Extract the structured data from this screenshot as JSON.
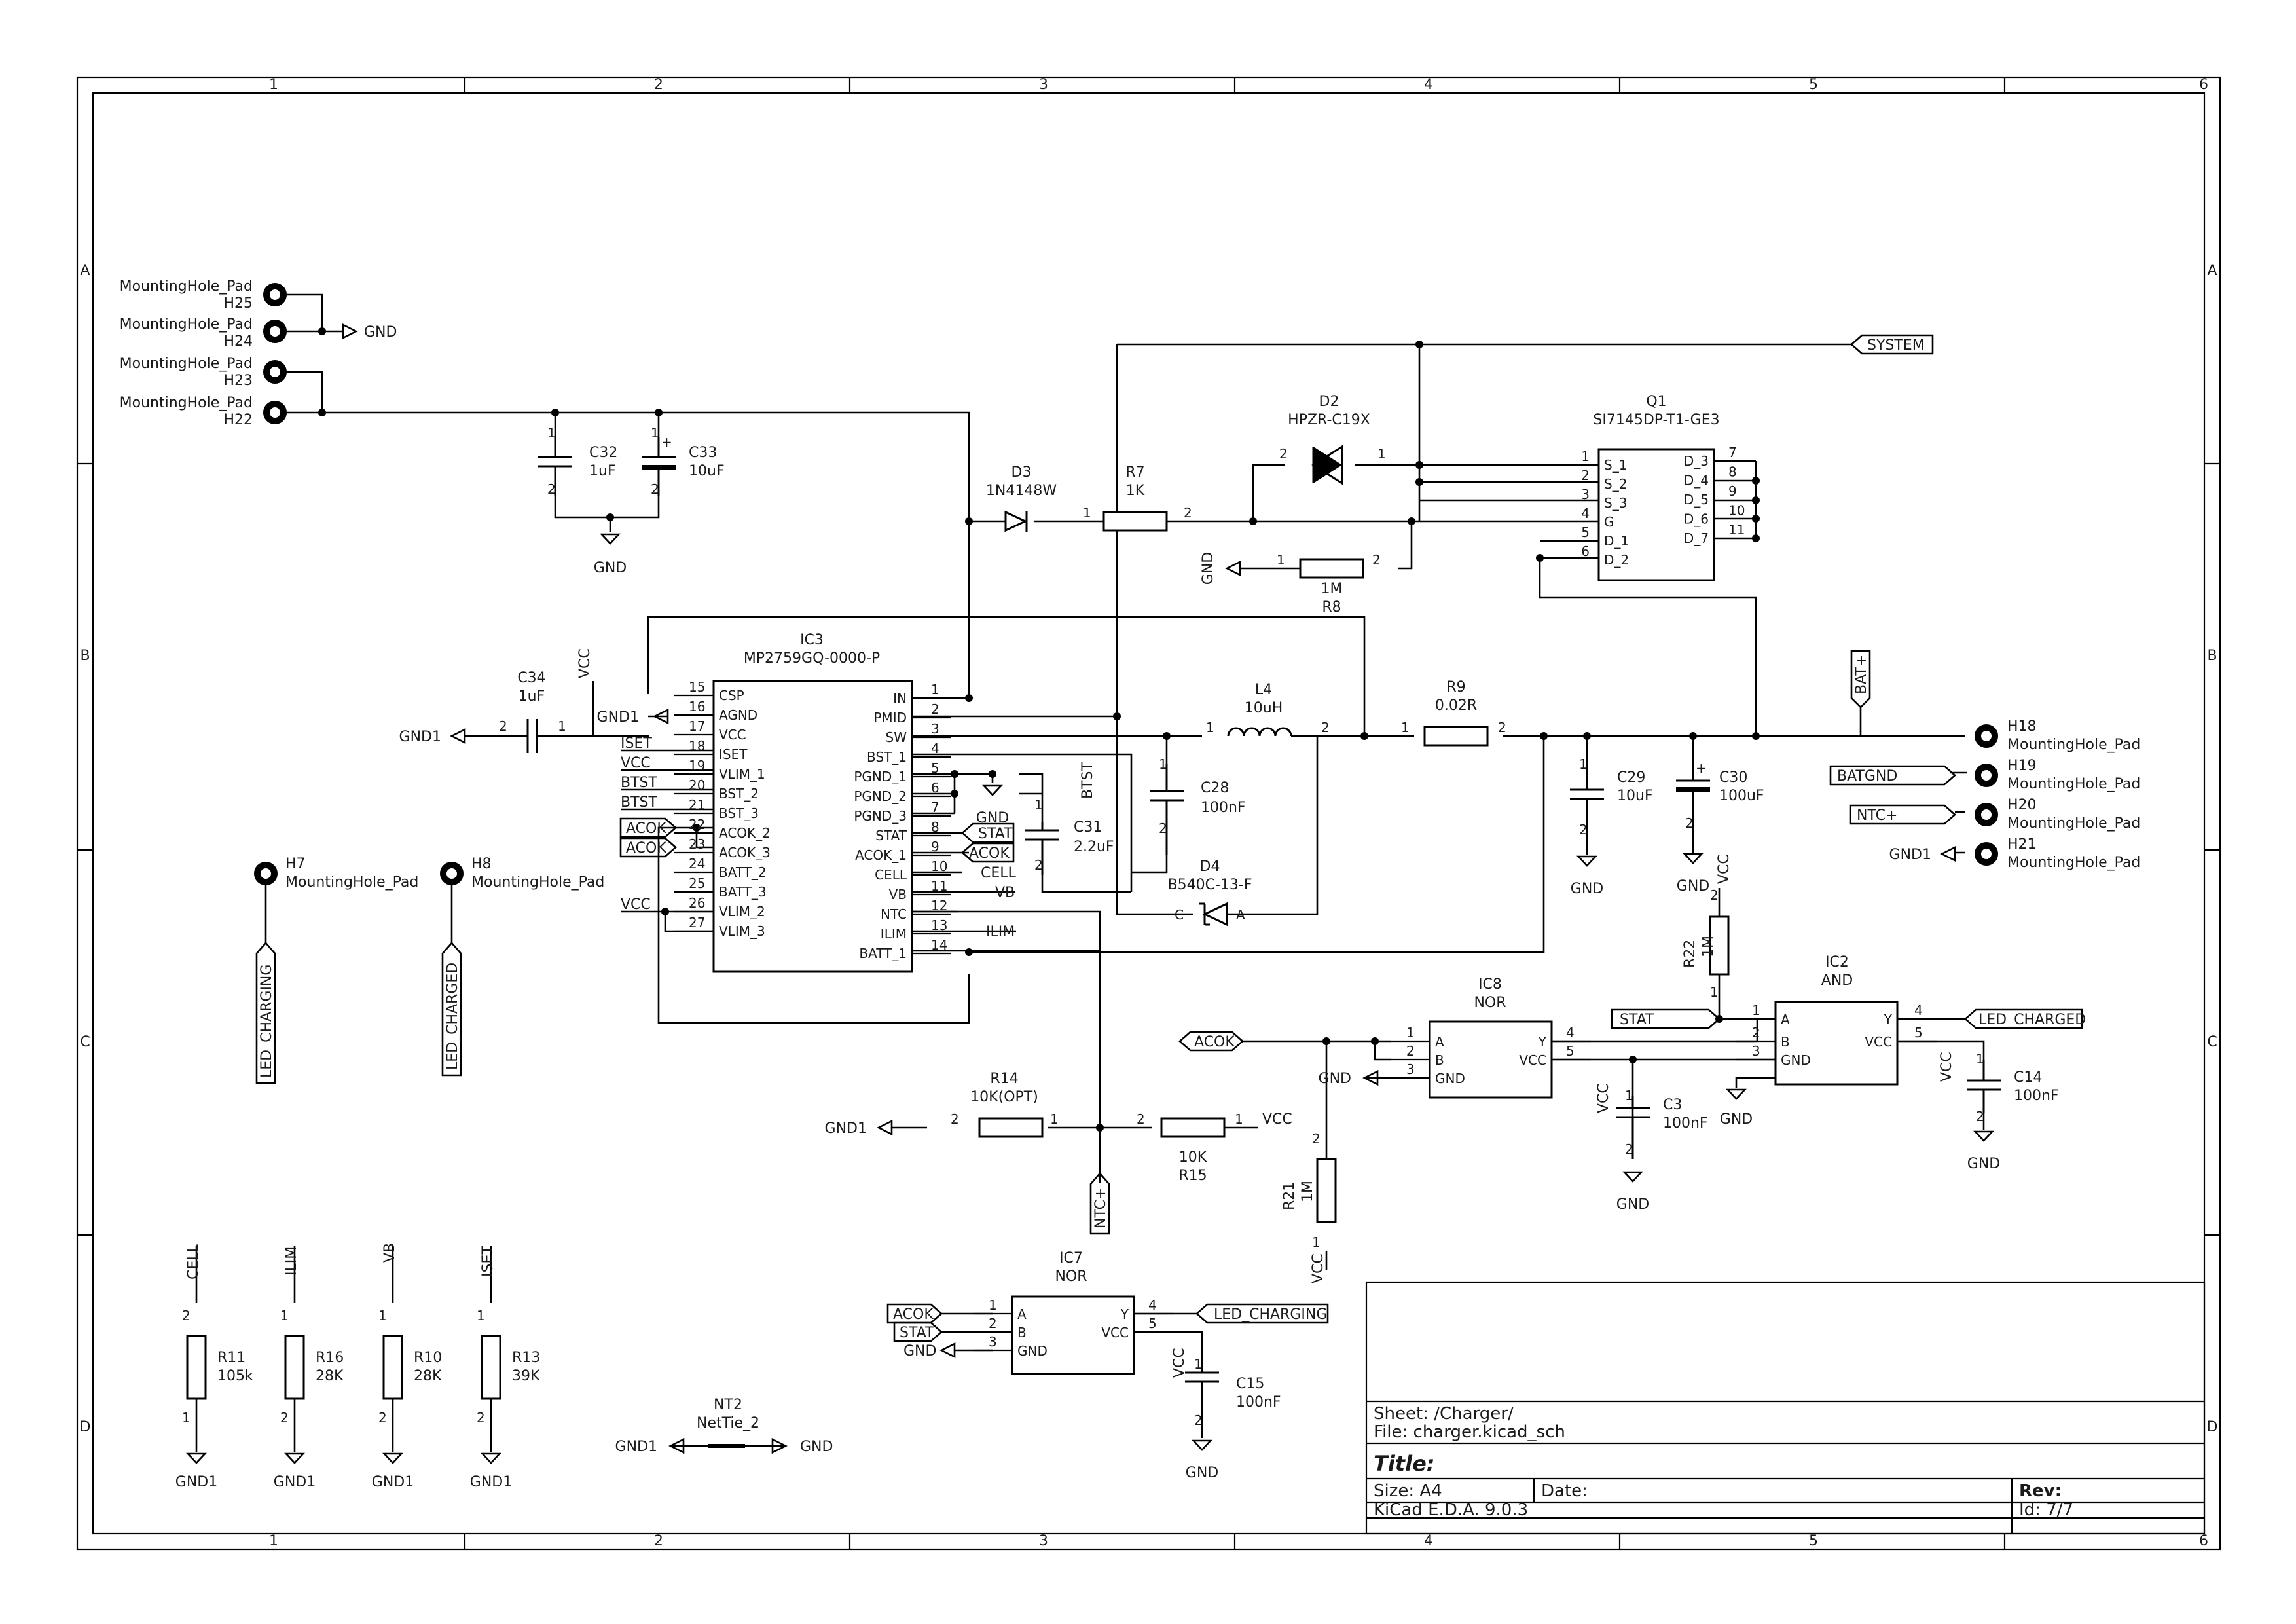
{
  "border": {
    "cols": [
      "1",
      "2",
      "3",
      "4",
      "5",
      "6"
    ],
    "rows": [
      "A",
      "B",
      "C",
      "D"
    ]
  },
  "title_block": {
    "sheet": "Sheet: /Charger/",
    "file": "File: charger.kicad_sch",
    "title": "Title:",
    "size": "Size: A4",
    "date": "Date:",
    "rev": "Rev:",
    "tool": "KiCad E.D.A. 9.0.3",
    "id": "Id: 7/7"
  },
  "mounting_holes": [
    {
      "ref": "H25",
      "value": "MountingHole_Pad"
    },
    {
      "ref": "H24",
      "value": "MountingHole_Pad"
    },
    {
      "ref": "H23",
      "value": "MountingHole_Pad"
    },
    {
      "ref": "H22",
      "value": "MountingHole_Pad"
    },
    {
      "ref": "H7",
      "value": "MountingHole_Pad"
    },
    {
      "ref": "H8",
      "value": "MountingHole_Pad"
    },
    {
      "ref": "H18",
      "value": "MountingHole_Pad"
    },
    {
      "ref": "H19",
      "value": "MountingHole_Pad"
    },
    {
      "ref": "H20",
      "value": "MountingHole_Pad"
    },
    {
      "ref": "H21",
      "value": "MountingHole_Pad"
    }
  ],
  "power": {
    "gnd": "GND",
    "gnd1": "GND1",
    "vcc": "VCC"
  },
  "nets": {
    "system": "SYSTEM",
    "bat_plus": "BAT+",
    "batgnd": "BATGND",
    "ntc_plus": "NTC+",
    "acok": "ACOK",
    "stat": "STAT",
    "led_charged": "LED_CHARGED",
    "led_charging": "LED_CHARGING",
    "iset": "ISET",
    "btst": "BTST",
    "cell": "CELL",
    "vb": "VB",
    "ilim": "ILIM"
  },
  "components": {
    "c32": {
      "ref": "C32",
      "value": "1uF"
    },
    "c33": {
      "ref": "C33",
      "value": "10uF"
    },
    "c34": {
      "ref": "C34",
      "value": "1uF"
    },
    "d3": {
      "ref": "D3",
      "value": "1N4148W"
    },
    "r7": {
      "ref": "R7",
      "value": "1K"
    },
    "d2": {
      "ref": "D2",
      "value": "HPZR-C19X"
    },
    "q1": {
      "ref": "Q1",
      "value": "SI7145DP-T1-GE3"
    },
    "r8": {
      "ref": "R8",
      "value": "1M"
    },
    "ic3": {
      "ref": "IC3",
      "value": "MP2759GQ-0000-P"
    },
    "l4": {
      "ref": "L4",
      "value": "10uH"
    },
    "r9": {
      "ref": "R9",
      "value": "0.02R"
    },
    "c28": {
      "ref": "C28",
      "value": "100nF"
    },
    "c31": {
      "ref": "C31",
      "value": "2.2uF"
    },
    "d4": {
      "ref": "D4",
      "value": "B540C-13-F"
    },
    "c29": {
      "ref": "C29",
      "value": "10uF"
    },
    "c30": {
      "ref": "C30",
      "value": "100uF"
    },
    "r22": {
      "ref": "R22",
      "value": "1M"
    },
    "ic8": {
      "ref": "IC8",
      "value": "NOR"
    },
    "ic2": {
      "ref": "IC2",
      "value": "AND"
    },
    "c3": {
      "ref": "C3",
      "value": "100nF"
    },
    "c14": {
      "ref": "C14",
      "value": "100nF"
    },
    "r14": {
      "ref": "R14",
      "value": "10K(OPT)"
    },
    "r15": {
      "ref": "R15",
      "value": "10K"
    },
    "r21": {
      "ref": "R21",
      "value": "1M"
    },
    "ic7": {
      "ref": "IC7",
      "value": "NOR"
    },
    "c15": {
      "ref": "C15",
      "value": "100nF"
    },
    "r11": {
      "ref": "R11",
      "value": "105k"
    },
    "r16": {
      "ref": "R16",
      "value": "28K"
    },
    "r10": {
      "ref": "R10",
      "value": "28K"
    },
    "r13": {
      "ref": "R13",
      "value": "39K"
    },
    "nt2": {
      "ref": "NT2",
      "value": "NetTie_2"
    }
  },
  "ic3_pins_left": [
    {
      "num": "15",
      "name": "CSP"
    },
    {
      "num": "16",
      "name": "AGND"
    },
    {
      "num": "17",
      "name": "VCC"
    },
    {
      "num": "18",
      "name": "ISET"
    },
    {
      "num": "19",
      "name": "VLIM_1"
    },
    {
      "num": "20",
      "name": "BST_2"
    },
    {
      "num": "21",
      "name": "BST_3"
    },
    {
      "num": "22",
      "name": "ACOK_2"
    },
    {
      "num": "23",
      "name": "ACOK_3"
    },
    {
      "num": "24",
      "name": "BATT_2"
    },
    {
      "num": "25",
      "name": "BATT_3"
    },
    {
      "num": "26",
      "name": "VLIM_2"
    },
    {
      "num": "27",
      "name": "VLIM_3"
    }
  ],
  "ic3_pins_right": [
    {
      "num": "1",
      "name": "IN"
    },
    {
      "num": "2",
      "name": "PMID"
    },
    {
      "num": "3",
      "name": "SW"
    },
    {
      "num": "4",
      "name": "BST_1"
    },
    {
      "num": "5",
      "name": "PGND_1"
    },
    {
      "num": "6",
      "name": "PGND_2"
    },
    {
      "num": "7",
      "name": "PGND_3"
    },
    {
      "num": "8",
      "name": "STAT"
    },
    {
      "num": "9",
      "name": "ACOK_1"
    },
    {
      "num": "10",
      "name": "CELL"
    },
    {
      "num": "11",
      "name": "VB"
    },
    {
      "num": "12",
      "name": "NTC"
    },
    {
      "num": "13",
      "name": "ILIM"
    },
    {
      "num": "14",
      "name": "BATT_1"
    }
  ],
  "q1_pins_left": [
    {
      "num": "1",
      "name": "S_1"
    },
    {
      "num": "2",
      "name": "S_2"
    },
    {
      "num": "3",
      "name": "S_3"
    },
    {
      "num": "4",
      "name": "G"
    },
    {
      "num": "5",
      "name": "D_1"
    },
    {
      "num": "6",
      "name": "D_2"
    }
  ],
  "q1_pins_right": [
    {
      "num": "7",
      "name": "D_3"
    },
    {
      "num": "8",
      "name": "D_4"
    },
    {
      "num": "9",
      "name": "D_5"
    },
    {
      "num": "10",
      "name": "D_6"
    },
    {
      "num": "11",
      "name": "D_7"
    }
  ],
  "gate_pins": {
    "a": "A",
    "b": "B",
    "gnd": "GND",
    "y": "Y",
    "vcc": "VCC",
    "n1": "1",
    "n2": "2",
    "n3": "3",
    "n4": "4",
    "n5": "5"
  },
  "d4_pins": {
    "c": "C",
    "a": "A"
  }
}
